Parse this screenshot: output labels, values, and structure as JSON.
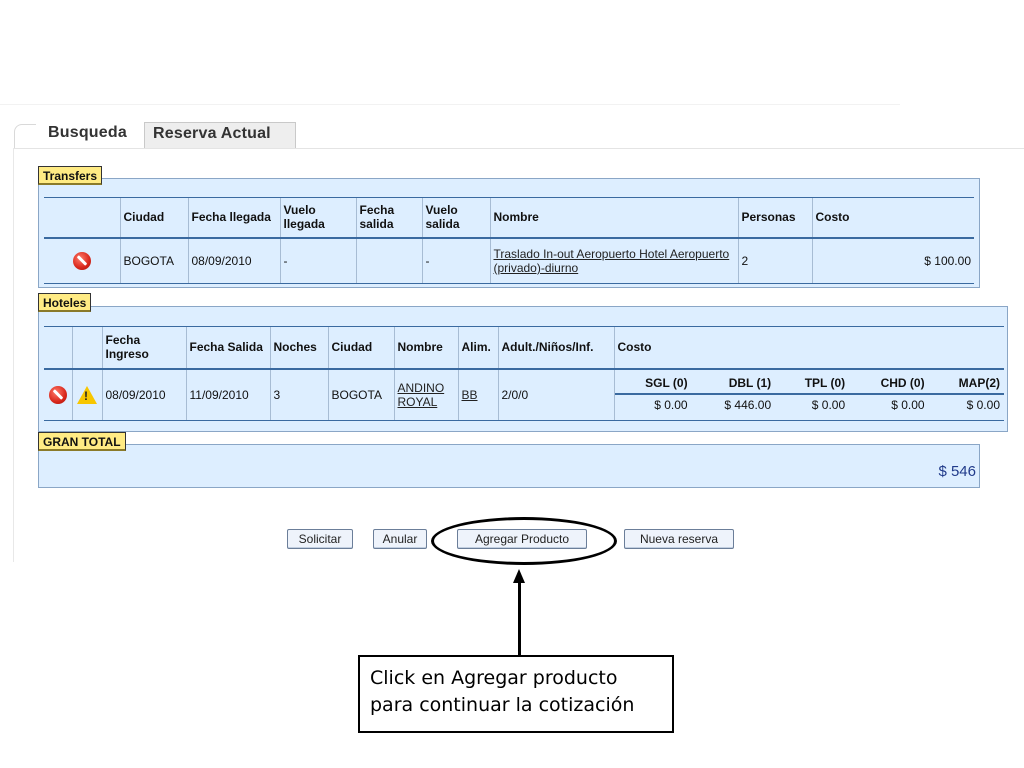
{
  "tabs": [
    {
      "label": "Busqueda"
    },
    {
      "label": "Reserva Actual"
    }
  ],
  "transfers": {
    "label": "Transfers",
    "headers": [
      "",
      "Ciudad",
      "Fecha llegada",
      "Vuelo llegada",
      "Fecha salida",
      "Vuelo salida",
      "Nombre",
      "Personas",
      "Costo"
    ],
    "row": {
      "ciudad": "BOGOTA",
      "fecha_llegada": "08/09/2010",
      "vuelo_llegada": "-",
      "fecha_salida": "",
      "vuelo_salida": "-",
      "nombre": "Traslado In-out Aeropuerto Hotel Aeropuerto (privado)-diurno",
      "personas": "2",
      "costo": "$ 100.00"
    }
  },
  "hoteles": {
    "label": "Hoteles",
    "headers": [
      "",
      "",
      "Fecha Ingreso",
      "Fecha Salida",
      "Noches",
      "Ciudad",
      "Nombre",
      "Alim.",
      "Adult./Niños/Inf.",
      "Costo"
    ],
    "row": {
      "fecha_ingreso": "08/09/2010",
      "fecha_salida": "11/09/2010",
      "noches": "3",
      "ciudad": "BOGOTA",
      "nombre": "ANDINO ROYAL",
      "alim": "BB",
      "pax": "2/0/0"
    },
    "cost_headers": [
      "SGL (0)",
      "DBL (1)",
      "TPL (0)",
      "CHD (0)",
      "MAP(2)"
    ],
    "cost_values": [
      "$ 0.00",
      "$ 446.00",
      "$ 0.00",
      "$ 0.00",
      "$ 0.00"
    ]
  },
  "gran_total": {
    "label": "GRAN TOTAL",
    "value": "$ 546"
  },
  "buttons": {
    "solicitar": "Solicitar",
    "anular": "Anular",
    "agregar": "Agregar Producto",
    "nueva": "Nueva reserva"
  },
  "callout": {
    "line1": "Click en Agregar producto",
    "line2": "para continuar la cotización"
  },
  "colors": {
    "section_bg": "#ddeeff",
    "label_bg": "#ffeb84",
    "rule": "#3a6aa0"
  },
  "icons": [
    "cancel-icon",
    "warning-icon",
    "arrow-up-icon"
  ]
}
